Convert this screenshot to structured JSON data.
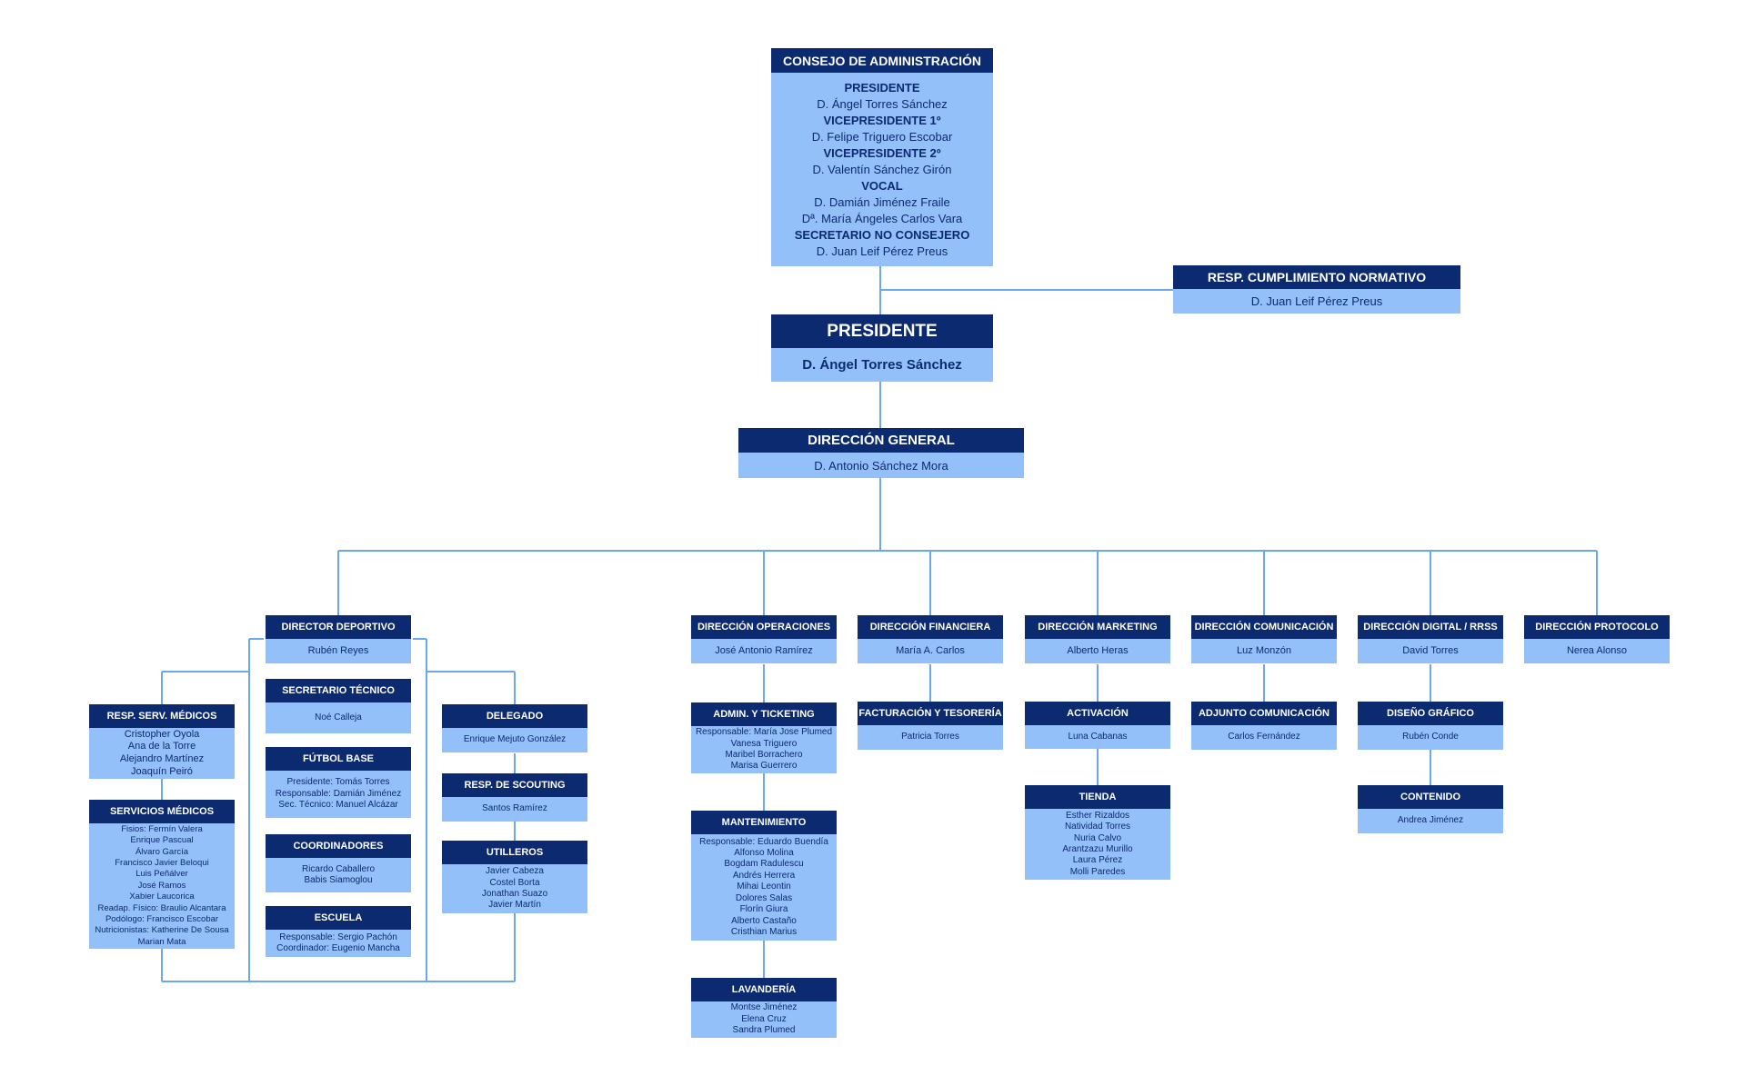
{
  "colors": {
    "header": "#0b2a70",
    "body": "#94c0fa",
    "line": "#6aa7ee"
  },
  "consejo": {
    "title": "CONSEJO DE ADMINISTRACIÓN",
    "members": [
      {
        "role": "PRESIDENTE",
        "names": [
          "D. Ángel Torres Sánchez"
        ]
      },
      {
        "role": "VICEPRESIDENTE 1º",
        "names": [
          "D. Felipe Triguero Escobar"
        ]
      },
      {
        "role": "VICEPRESIDENTE 2º",
        "names": [
          "D. Valentín Sánchez Girón"
        ]
      },
      {
        "role": "VOCAL",
        "names": [
          "D. Damián Jiménez Fraile",
          "Dª. María Ángeles Carlos Vara"
        ]
      },
      {
        "role": "SECRETARIO NO CONSEJERO",
        "names": [
          "D. Juan Leif Pérez Preus"
        ]
      }
    ]
  },
  "cumplimiento": {
    "title": "RESP. CUMPLIMIENTO NORMATIVO",
    "name": "D. Juan Leif Pérez Preus"
  },
  "presidente": {
    "title": "PRESIDENTE",
    "name": "D. Ángel Torres Sánchez"
  },
  "direccion_general": {
    "title": "DIRECCIÓN GENERAL",
    "name": "D. Antonio Sánchez Mora"
  },
  "deportivo": {
    "director": {
      "title": "DIRECTOR DEPORTIVO",
      "lines": [
        "Rubén Reyes"
      ]
    },
    "secretario": {
      "title": "SECRETARIO TÉCNICO",
      "lines": [
        "Noé Calleja"
      ]
    },
    "futbol_base": {
      "title": "FÚTBOL BASE",
      "lines": [
        "Presidente: Tomás Torres",
        "Responsable: Damián Jiménez",
        "Sec. Técnico: Manuel Alcázar"
      ]
    },
    "coordinadores": {
      "title": "COORDINADORES",
      "lines": [
        "Ricardo Caballero",
        "Babis Siamoglou"
      ]
    },
    "escuela": {
      "title": "ESCUELA",
      "lines": [
        "Responsable: Sergio Pachón",
        "Coordinador: Eugenio Mancha"
      ]
    },
    "resp_medicos": {
      "title": "RESP. SERV. MÉDICOS",
      "lines": [
        "Cristopher Oyola",
        "Ana de la Torre",
        "Alejandro Martínez",
        "Joaquín Peiró"
      ]
    },
    "servicios_medicos": {
      "title": "SERVICIOS MÉDICOS",
      "lines": [
        "Fisios: Fermín Valera",
        "Enrique Pascual",
        "Álvaro García",
        "Francisco Javier Beloqui",
        "Luis Peñálver",
        "José Ramos",
        "Xabier Laucorica",
        "Readap. Físico: Braulio Alcantara",
        "Podólogo: Francisco Escobar",
        "Nutricionistas: Katherine De Sousa",
        "Marian Mata"
      ]
    },
    "delegado": {
      "title": "DELEGADO",
      "lines": [
        "Enrique Mejuto González"
      ]
    },
    "scouting": {
      "title": "RESP. DE SCOUTING",
      "lines": [
        "Santos Ramírez"
      ]
    },
    "utilleros": {
      "title": "UTILLEROS",
      "lines": [
        "Javier Cabeza",
        "Costel Borta",
        "Jonathan Suazo",
        "Javier Martín"
      ]
    }
  },
  "operaciones": {
    "director": {
      "title": "DIRECCIÓN OPERACIONES",
      "lines": [
        "José Antonio Ramírez"
      ]
    },
    "ticketing": {
      "title": "ADMIN. Y TICKETING",
      "lines": [
        "Responsable: María Jose Plumed",
        "Vanesa Triguero",
        "Maribel Borrachero",
        "Marisa Guerrero"
      ]
    },
    "mantenimiento": {
      "title": "MANTENIMIENTO",
      "lines": [
        "Responsable: Eduardo Buendía",
        "Alfonso Molina",
        "Bogdam Radulescu",
        "Andrés Herrera",
        "Mihai Leontin",
        "Dolores Salas",
        "Florín Giura",
        "Alberto Castaño",
        "Cristhian Marius"
      ]
    },
    "lavanderia": {
      "title": "LAVANDERÍA",
      "lines": [
        "Montse Jiménez",
        "Elena Cruz",
        "Sandra Plumed"
      ]
    }
  },
  "financiera": {
    "director": {
      "title": "DIRECCIÓN FINANCIERA",
      "lines": [
        "María A. Carlos"
      ]
    },
    "tesoreria": {
      "title": "FACTURACIÓN Y TESORERÍA",
      "lines": [
        "Patricia Torres"
      ]
    }
  },
  "marketing": {
    "director": {
      "title": "DIRECCIÓN MARKETING",
      "lines": [
        "Alberto Heras"
      ]
    },
    "activacion": {
      "title": "ACTIVACIÓN",
      "lines": [
        "Luna Cabanas"
      ]
    },
    "tienda": {
      "title": "TIENDA",
      "lines": [
        "Esther Rizaldos",
        "Natividad Torres",
        "Nuria Calvo",
        "Arantzazu Murillo",
        "Laura Pérez",
        "Molli Paredes"
      ]
    }
  },
  "comunicacion": {
    "director": {
      "title": "DIRECCIÓN COMUNICACIÓN",
      "lines": [
        "Luz Monzón"
      ]
    },
    "adjunto": {
      "title": "ADJUNTO COMUNICACIÓN",
      "lines": [
        "Carlos Fernández"
      ]
    }
  },
  "digital": {
    "director": {
      "title": "DIRECCIÓN DIGITAL / RRSS",
      "lines": [
        "David Torres"
      ]
    },
    "diseno": {
      "title": "DISEÑO GRÁFICO",
      "lines": [
        "Rubén Conde"
      ]
    },
    "contenido": {
      "title": "CONTENIDO",
      "lines": [
        "Andrea Jiménez"
      ]
    }
  },
  "protocolo": {
    "director": {
      "title": "DIRECCIÓN PROTOCOLO",
      "lines": [
        "Nerea Alonso"
      ]
    }
  }
}
